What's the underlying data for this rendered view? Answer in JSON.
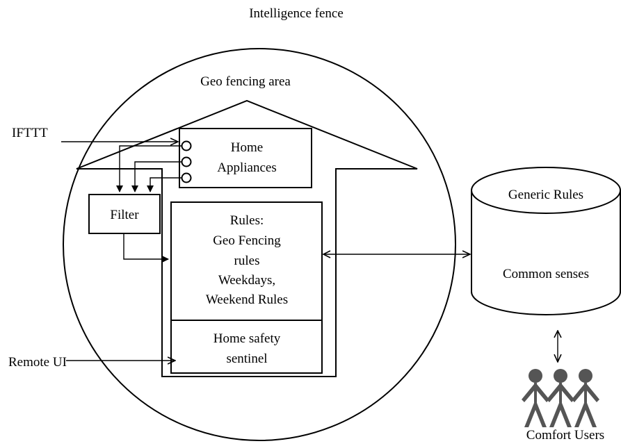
{
  "labels": {
    "intelligence_fence": "Intelligence fence",
    "geo_fencing_area": "Geo fencing area",
    "ifttt": "IFTTT",
    "remote_ui": "Remote UI",
    "filter": "Filter",
    "home_appliances": [
      "Home",
      "Appliances"
    ],
    "rules": [
      "Rules:",
      "Geo Fencing",
      "rules",
      "Weekdays,",
      "Weekend Rules"
    ],
    "home_safety": [
      "Home safety",
      "sentinel"
    ],
    "generic_rules": "Generic Rules",
    "common_senses": "Common senses",
    "comfort_users": "Comfort Users"
  },
  "colors": {
    "line": "#000000",
    "person": "#555555",
    "background": "#ffffff"
  },
  "icons": [
    "person-icon"
  ]
}
